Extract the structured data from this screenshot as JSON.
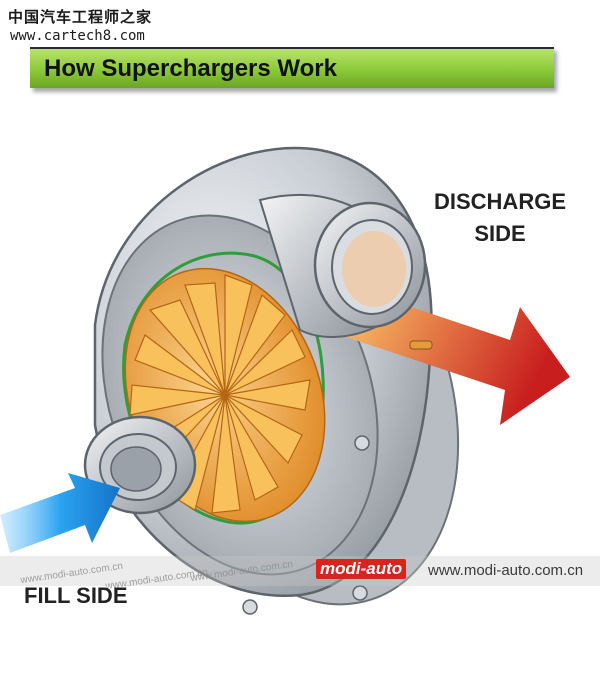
{
  "watermark_top": {
    "site_name_cn": "中国汽车工程师之家",
    "site_url": "www.cartech8.com"
  },
  "title": "How Superchargers Work",
  "labels": {
    "discharge_line1": "DISCHARGE",
    "discharge_line2": "SIDE",
    "fill": "FILL SIDE"
  },
  "watermark_bottom": {
    "logo_text": "modi-auto",
    "site": "www.modi-auto.com.cn",
    "faint_text": "www.modi-auto.com.cn"
  },
  "colors": {
    "banner_green": "#8fcc3a",
    "discharge_arrow_start": "#f2b66b",
    "discharge_arrow_end": "#c81e1e",
    "fill_arrow": "#1c8fe0",
    "impeller": "#f5b547",
    "housing": "#c8cdd2"
  }
}
